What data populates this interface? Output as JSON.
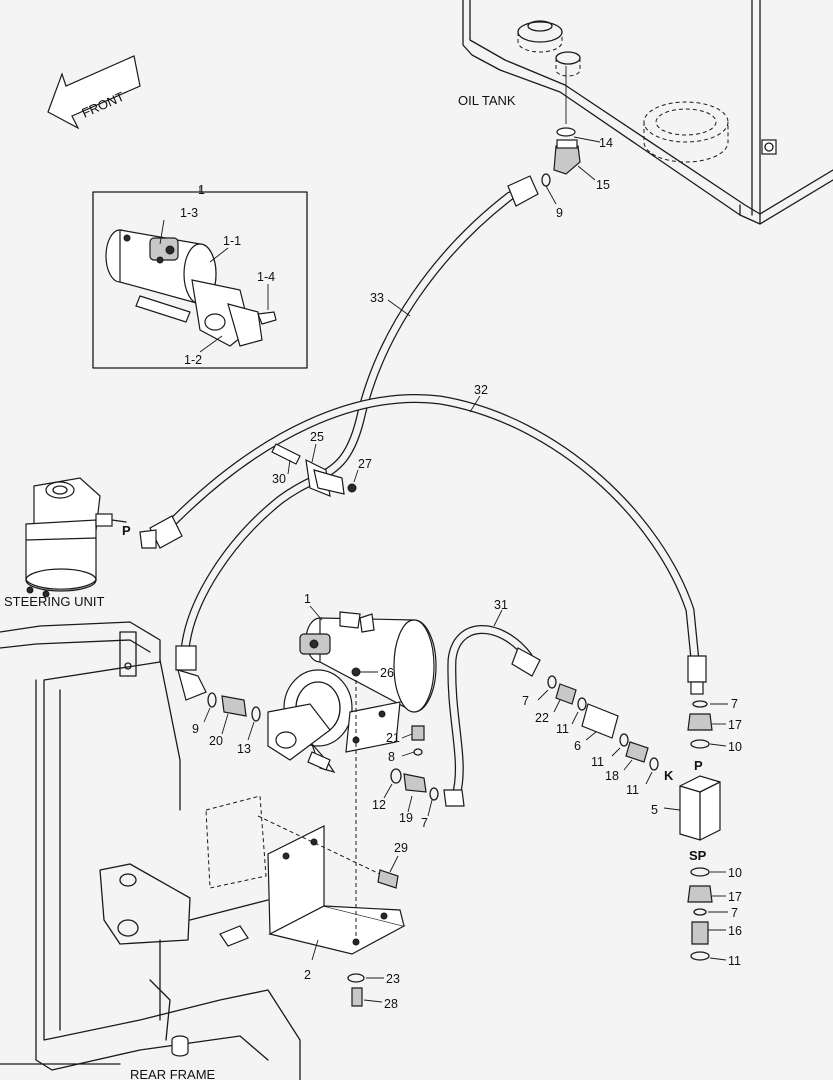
{
  "captions": {
    "oil_tank": "OIL TANK",
    "steering_unit": "STEERING UNIT",
    "rear_frame": "REAR FRAME",
    "front": "FRONT"
  },
  "ports": {
    "p_steering": "P",
    "k": "K",
    "p_valve": "P",
    "sp": "SP"
  },
  "callouts": {
    "inset_1": "1",
    "inset_1_3": "1-3",
    "inset_1_1": "1-1",
    "inset_1_4": "1-4",
    "inset_1_2": "1-2",
    "c14": "14",
    "c15": "15",
    "c9_top": "9",
    "c33": "33",
    "c32": "32",
    "c25": "25",
    "c27": "27",
    "c30": "30",
    "c1": "1",
    "c26": "26",
    "c31": "31",
    "c9_pump": "9",
    "c20": "20",
    "c13": "13",
    "c21": "21",
    "c8": "8",
    "c12": "12",
    "c19": "19",
    "c7_pump": "7",
    "c7_a": "7",
    "c22": "22",
    "c11_a": "11",
    "c6": "6",
    "c11_b": "11",
    "c18": "18",
    "c11_c": "11",
    "c7_right": "7",
    "c17_top": "17",
    "c10_top": "10",
    "c5": "5",
    "c10_bot": "10",
    "c17_bot": "17",
    "c7_bot": "7",
    "c16": "16",
    "c11_bot": "11",
    "c29": "29",
    "c2": "2",
    "c23": "23",
    "c28": "28"
  }
}
